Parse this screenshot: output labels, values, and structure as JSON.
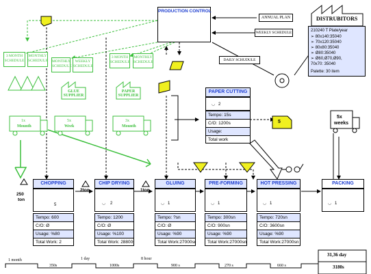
{
  "colors": {
    "accent": "#1f3fd0",
    "green": "#3bbf3b",
    "warn": "#f0f020",
    "panel": "#dfe6ff"
  },
  "header": {
    "production_control": "PRODUCTION CONTROL",
    "distributors": "DISTRUBITORS",
    "annual_plan": "ANNUAL PLAN",
    "weekly_schedule": "WEEKLY SCHEDULE",
    "daily_schedule": "DAILY SCHUDULE"
  },
  "customer": {
    "lines": [
      "210240  T Plate/year",
      "➢ 80x140:35040",
      "➢ 70x120:35040",
      "➢ 80x80:35040",
      "➢ Ø80:35040",
      "➢ Ø60,Ø70,Ø90,",
      "    70x70: 35040"
    ],
    "palette": "Palette: 30 item",
    "freq_line1": "5x",
    "freq_line2": "weeks"
  },
  "suppliers": [
    {
      "sched1": "3 MONTH SCHEDULE",
      "sched2": "MONTHLY SCHEDULE",
      "name": "",
      "truck1": "1x",
      "truck2": "Mounth"
    },
    {
      "sched1": "MONTHLY SCHEDULE",
      "sched2": "WEEKLY SCHEDULE",
      "name": "GLUE SUPPLIER",
      "truck1": "5x",
      "truck2": "Week"
    },
    {
      "sched1": "3 MONTH SCHEDULE",
      "sched2": "MONTHLY SCHEDULE",
      "name": "PAPER SUPPLIER",
      "truck1": "3x",
      "truck2": "Mounth"
    }
  ],
  "paper_cutting": {
    "title": "PAPER CUTTING",
    "operators": "2",
    "rows": [
      "Tempo: 15s",
      "C/O: 1200s",
      "Usage:",
      "Total work"
    ],
    "kanban": "5"
  },
  "inventory": [
    {
      "line1": "250",
      "line2": "ton"
    },
    {
      "line1": "2ton",
      "line2": ""
    },
    {
      "line1": "1ton",
      "line2": ""
    }
  ],
  "processes": [
    {
      "title": "CHOPPING",
      "operators": "5",
      "rows": [
        "Tempo: 600",
        "C/O: Ø",
        "Usage: %80",
        "Total Work: 2"
      ]
    },
    {
      "title": "CHIP DRYING",
      "operators": "2",
      "rows": [
        "Tempo: 1200",
        "C/O: Ø",
        "Usage: %100",
        "Total Work: 28800sn"
      ]
    },
    {
      "title": "GLUING",
      "operators": "1",
      "rows": [
        "Tempo: ?sn",
        "C/O: Ø",
        "Usage: %90",
        "Total Work:27000sn"
      ]
    },
    {
      "title": "PRE-FORMING",
      "operators": "1",
      "rows": [
        "Tempo: 300sn",
        "C/O: 900sn",
        "Usage: %90",
        "Total Work:27000sn"
      ]
    },
    {
      "title": "HOT PRESSING",
      "operators": "1",
      "rows": [
        "Tempo: 720sn",
        "C/O:  3600sn",
        "Usage: %90",
        "Total Work:27000sn"
      ]
    },
    {
      "title": "PACKING",
      "operators": "1",
      "rows": []
    }
  ],
  "timeline": {
    "lead": [
      "1 month",
      "1 day",
      "8 hour"
    ],
    "process_times": [
      "350s",
      "1000s",
      "900 s",
      "270 s",
      "660 s"
    ],
    "total_lead": "31,36 day",
    "total_process": "3180s"
  }
}
